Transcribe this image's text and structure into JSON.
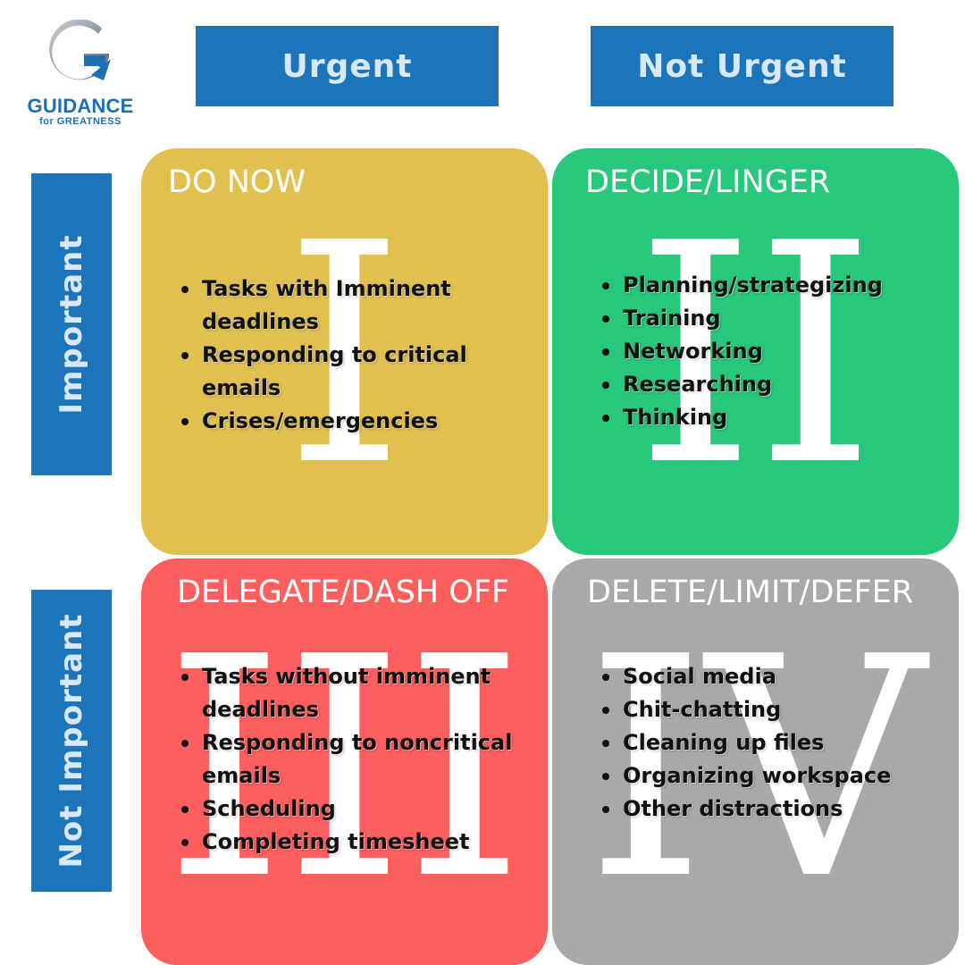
{
  "logo": {
    "brand": "GUIDANCE",
    "tagline": "for GREATNESS"
  },
  "colors": {
    "header_blue": "#1c74bb",
    "header_text": "#d9e8f6",
    "do_now": "#e1c04f",
    "decide": "#27c77c",
    "delegate": "#fd5e5e",
    "delete": "#a9a9a9"
  },
  "columns": [
    "Urgent",
    "Not Urgent"
  ],
  "rows": [
    "Important",
    "Not Important"
  ],
  "quadrants": [
    {
      "numeral": "I",
      "title": "DO NOW",
      "items": [
        "Tasks with Imminent deadlines",
        "Responding to critical emails",
        "Crises/emergencies"
      ]
    },
    {
      "numeral": "II",
      "title": "DECIDE/LINGER",
      "items": [
        "Planning/strategizing",
        "Training",
        "Networking",
        "Researching",
        "Thinking"
      ]
    },
    {
      "numeral": "III",
      "title": "DELEGATE/DASH OFF",
      "items": [
        "Tasks without imminent deadlines",
        "Responding to noncritical emails",
        "Scheduling",
        "Completing timesheet"
      ]
    },
    {
      "numeral": "IV",
      "title": "DELETE/LIMIT/DEFER",
      "items": [
        "Social media",
        "Chit-chatting",
        "Cleaning up files",
        "Organizing workspace",
        "Other distractions"
      ]
    }
  ]
}
